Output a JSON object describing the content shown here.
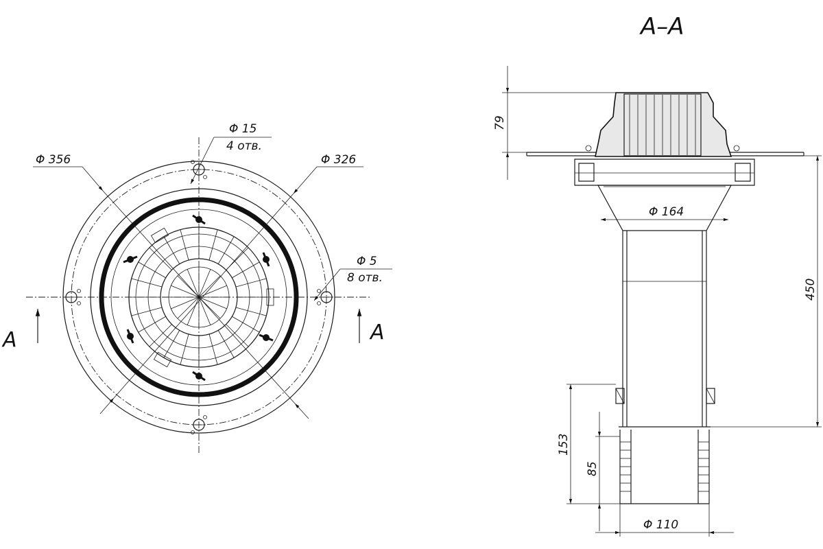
{
  "plan_view": {
    "dim_outer": "Φ 356",
    "dim_inner": "Φ 326",
    "dim_hole_large": "Φ 15",
    "dim_hole_large_count": "4 отв.",
    "dim_hole_small": "Φ 5",
    "dim_hole_small_count": "8 отв.",
    "section_mark_left": "A",
    "section_mark_right": "A"
  },
  "section_view": {
    "title": "A–A",
    "dim_top_height": "79",
    "dim_diameter_funnel": "Φ 164",
    "dim_total_height": "450",
    "dim_lower_153": "153",
    "dim_lower_85": "85",
    "dim_pipe_diameter": "Φ 110"
  }
}
